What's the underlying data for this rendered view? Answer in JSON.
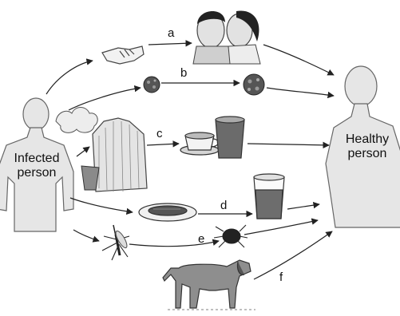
{
  "labels": {
    "infected_line1": "Infected",
    "infected_line2": "person",
    "healthy_line1": "Healthy",
    "healthy_line2": "person"
  },
  "routes": [
    {
      "letter": "a",
      "icon": "handshake-kiss-icon"
    },
    {
      "letter": "b",
      "icon": "virus-particle-icon"
    },
    {
      "letter": "c",
      "icon": "cup-and-glass-icon"
    },
    {
      "letter": "d",
      "icon": "food-and-water-icon"
    },
    {
      "letter": "e",
      "icon": "mosquito-tick-icon"
    },
    {
      "letter": "f",
      "icon": "dog-icon"
    }
  ],
  "colors": {
    "line": "#222222",
    "figure_fill": "#e6e6e6",
    "figure_stroke": "#555555"
  }
}
